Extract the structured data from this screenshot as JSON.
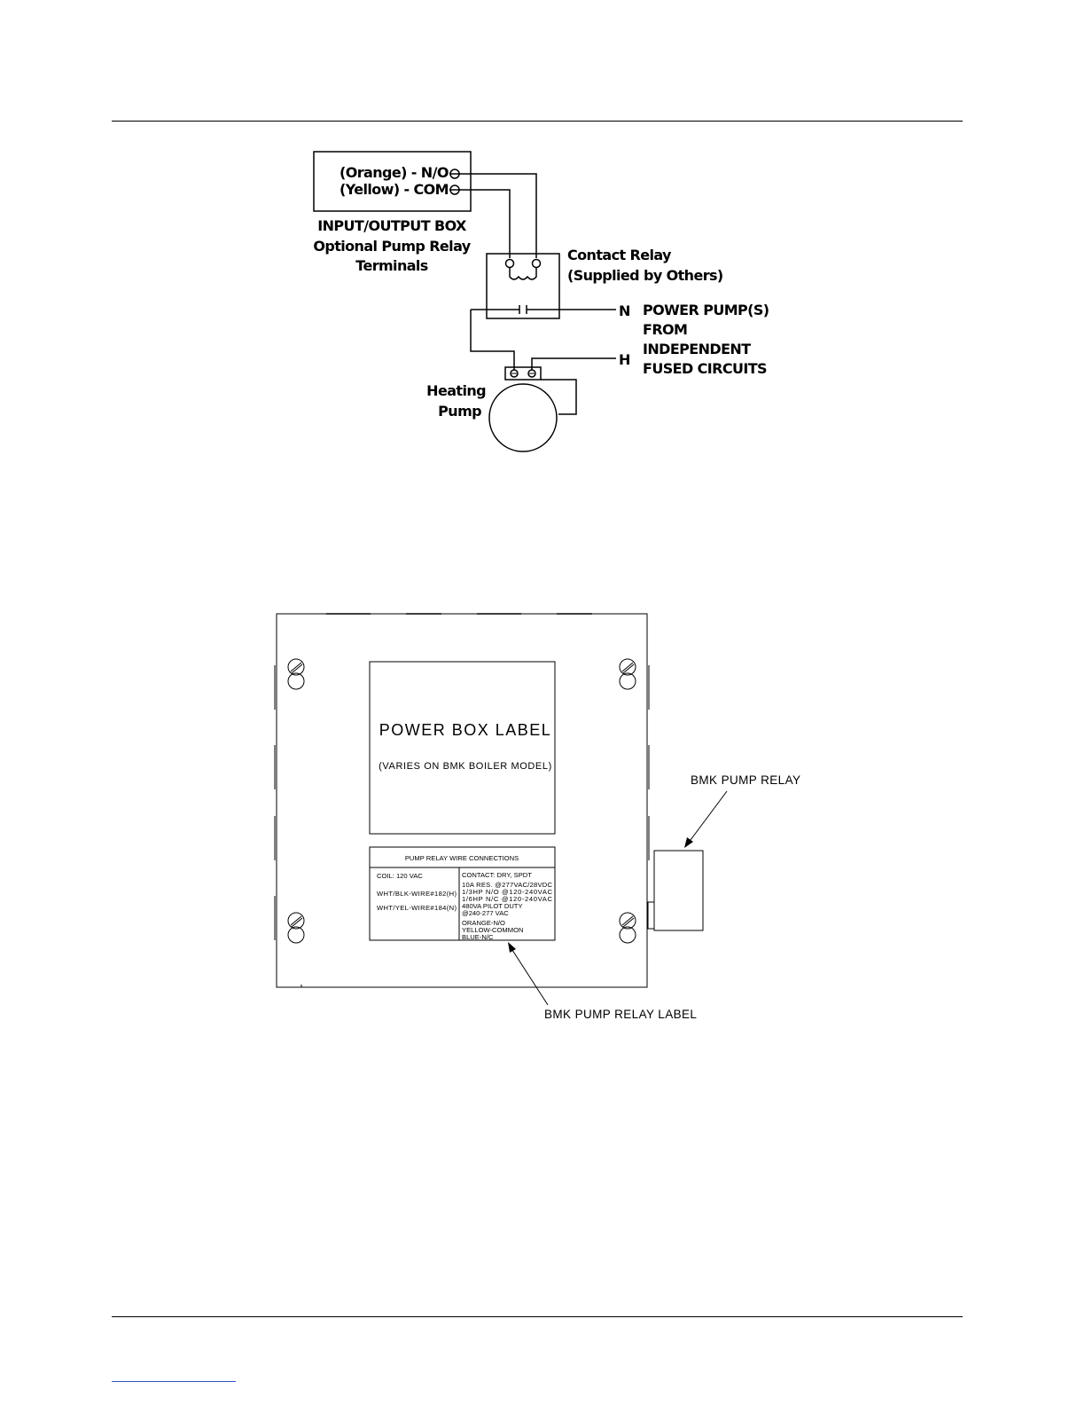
{
  "wiring": {
    "terminal_no": "(Orange) - N/O",
    "terminal_com": "(Yellow) - COM",
    "io_box_line1": "INPUT/OUTPUT BOX",
    "io_box_line2": "Optional Pump Relay",
    "io_box_line3": "Terminals",
    "relay_line1": "Contact Relay",
    "relay_line2": "(Supplied by Others)",
    "n_label": "N",
    "h_label": "H",
    "power_line1": "POWER PUMP(S)",
    "power_line2": "FROM",
    "power_line3": "INDEPENDENT",
    "power_line4": "FUSED CIRCUITS",
    "pump_line1": "Heating",
    "pump_line2": "Pump"
  },
  "powerbox": {
    "label_title": "POWER BOX LABEL",
    "label_sub": "(VARIES ON BMK BOILER MODEL)",
    "relay_callout": "BMK  PUMP  RELAY",
    "relay_label_callout": "BMK  PUMP  RELAY  LABEL",
    "plate": {
      "header": "PUMP RELAY WIRE CONNECTIONS",
      "coil": "COIL: 120 VAC",
      "wire_h": "WHT/BLK-WIRE#182(H)",
      "wire_n": "WHT/YEL-WIRE#184(N)",
      "contact": "CONTACT: DRY, SPDT",
      "rating1": "10A RES. @277VAC/28VDC",
      "rating2": "1/3HP N/O @120-240VAC",
      "rating3": "1/6HP N/C @120-240VAC",
      "rating4": "480VA PILOT DUTY",
      "rating5": "@240-277 VAC",
      "color1": "ORANGE-N/O",
      "color2": "YELLOW-COMMON",
      "color3": "BLUE-N/C"
    }
  }
}
